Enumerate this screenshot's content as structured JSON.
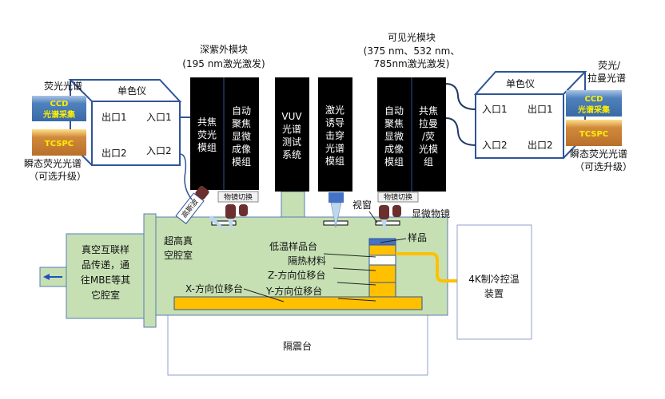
{
  "left_spectrometer": {
    "title": "单色仪",
    "exit1": "出口1",
    "entry1": "入口1",
    "exit2": "出口2",
    "entry2": "入口2",
    "top_label": "荧光光谱",
    "ccd_line1": "CCD",
    "ccd_line2": "光谱采集",
    "tcspc": "TCSPC",
    "bottom_label1": "瞬态荧光光谱",
    "bottom_label2": "（可选升级）"
  },
  "right_spectrometer": {
    "title": "单色仪",
    "entry1": "入口1",
    "exit1": "出口1",
    "entry2": "入口2",
    "exit2": "出口2",
    "top_label1": "荧光/",
    "top_label2": "拉曼光谱",
    "ccd_line1": "CCD",
    "ccd_line2": "光谱采集",
    "tcspc": "TCSPC",
    "bottom_label1": "瞬态荧光光谱",
    "bottom_label2": "（可选升级）"
  },
  "duv_module": {
    "title": "深紫外模块",
    "subtitle": "(195 nm激光激发)",
    "col1": [
      "共焦",
      "荧光",
      "模组"
    ],
    "col2": [
      "自动",
      "聚焦",
      "显微",
      "成像",
      "模组"
    ],
    "switch": "物镜切换",
    "probe": "高斯波"
  },
  "vuv_module": {
    "lines": [
      "VUV",
      "光谱",
      "测试",
      "系统"
    ]
  },
  "libs_module": {
    "lines": [
      "激光",
      "诱导",
      "击穿",
      "光谱",
      "模组"
    ]
  },
  "visible_module": {
    "title": "可见光模块",
    "subtitle1": "(375 nm、532 nm、",
    "subtitle2": "785nm激光激发)",
    "col1": [
      "自动",
      "聚焦",
      "显微",
      "成像",
      "模组"
    ],
    "col2": [
      "共焦",
      "拉曼",
      "/荧",
      "光模",
      "组"
    ],
    "switch": "物镜切换"
  },
  "labels": {
    "window": "视窗",
    "objective": "显微物镜",
    "chamber": [
      "超高真",
      "空腔室"
    ],
    "sample": "样品",
    "cold_stage": "低温样品台",
    "insulation": "隔热材料",
    "z_stage": "Z-方向位移台",
    "y_stage": "Y-方向位移台",
    "x_stage": "X-方向位移台",
    "transfer": [
      "真空互联样",
      "品传递，通",
      "往MBE等其",
      "它腔室"
    ],
    "cryo": [
      "4K制冷控温",
      "装置"
    ],
    "table": "隔震台"
  },
  "colors": {
    "chamber": "#c6e0b4",
    "stage": "#ffc000",
    "module": "#000000",
    "frame": "#2f5597",
    "ccd": "#4f81bd",
    "tcspc": "#c9792f"
  }
}
